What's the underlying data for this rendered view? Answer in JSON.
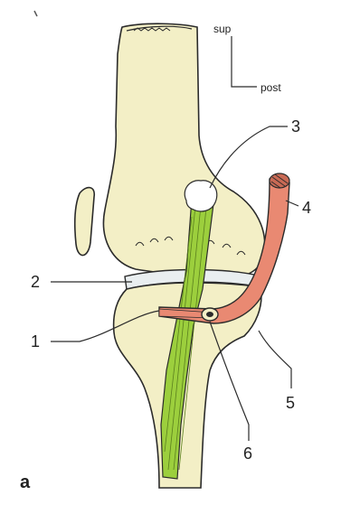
{
  "orientation": {
    "superior": "sup",
    "posterior": "post"
  },
  "callouts": {
    "c1": "1",
    "c2": "2",
    "c3": "3",
    "c4": "4",
    "c5": "5",
    "c6": "6"
  },
  "panel_label": "a",
  "colors": {
    "bone": "#f3efc6",
    "ligament": "#9ccf3d",
    "tendon": "#e98972",
    "meniscus": "#e9eef0",
    "outline": "#2b2b2b"
  }
}
